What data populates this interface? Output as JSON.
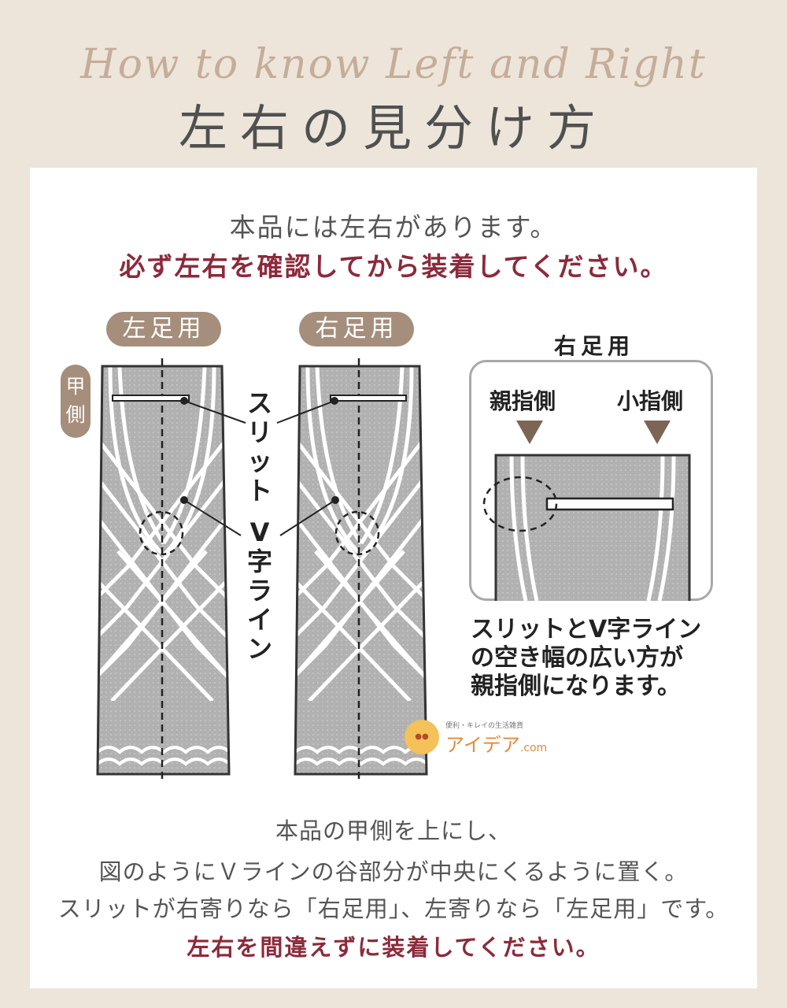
{
  "header": {
    "script_title": "How to know Left and Right",
    "main_title": "左右の見分け方"
  },
  "intro": {
    "line1": "本品には左右があります。",
    "warning": "必ず左右を確認してから装着してください。"
  },
  "diagram": {
    "left_label": "左足用",
    "right_label": "右足用",
    "side_tab": [
      "甲",
      "側"
    ],
    "slit_label": [
      "ス",
      "リ",
      "ッ",
      "ト"
    ],
    "vline_label": [
      "V",
      "字",
      "ラ",
      "イ",
      "ン"
    ]
  },
  "detail": {
    "title": "右足用",
    "thumb_side": "親指側",
    "pinky_side": "小指側",
    "explanation": [
      "スリットとV字ライン",
      "の空き幅の広い方が",
      "親指側になります。"
    ]
  },
  "logo": {
    "tagline": "便利・キレイの生活雑貨",
    "name": "アイデア",
    "suffix": ".com"
  },
  "instructions": {
    "line1": "本品の甲側を上にし、",
    "line2": "図のようにＶラインの谷部分が中央にくるように置く。",
    "line3": "スリットが右寄りなら「右足用」、左寄りなら「左足用」です。",
    "closing": "左右を間違えずに装着してください。"
  },
  "colors": {
    "background": "#ede5da",
    "accent_brown": "#a58e7b",
    "warning_red": "#8c2a3c",
    "fabric_gray": "#b4b4b4"
  }
}
